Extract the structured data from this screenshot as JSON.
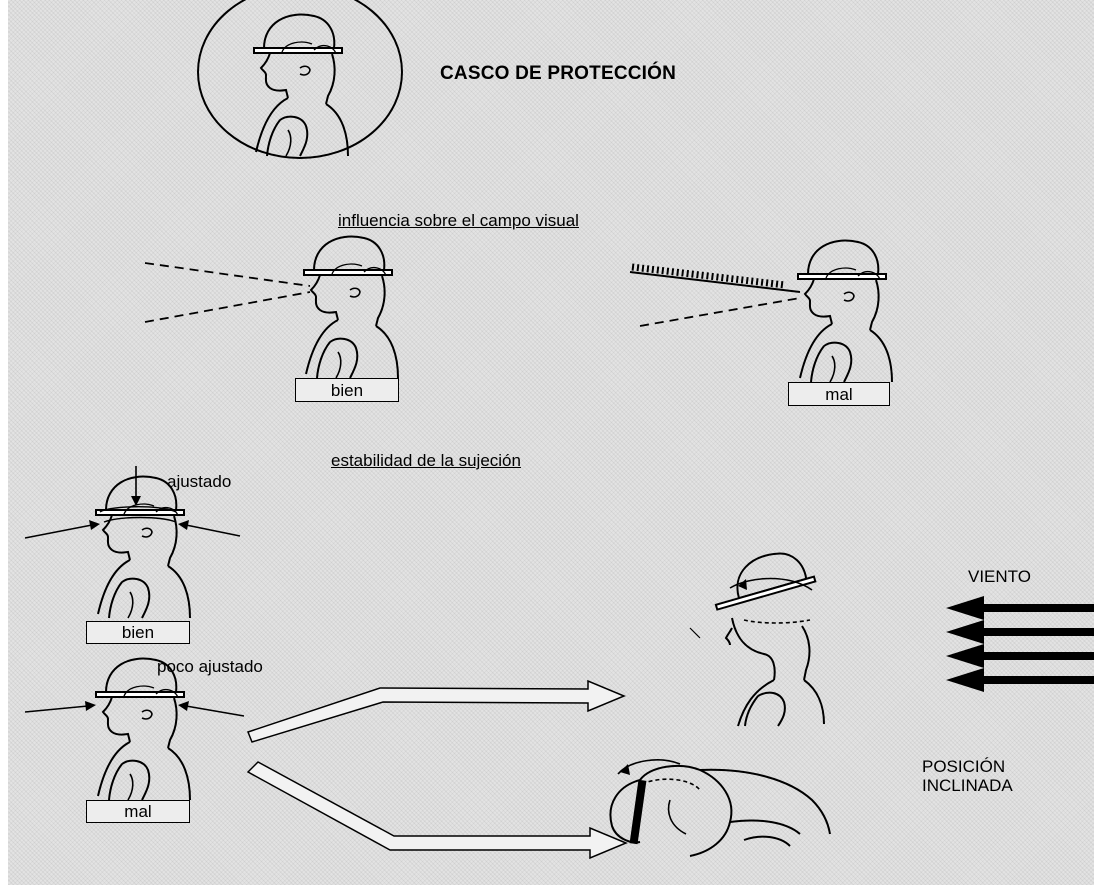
{
  "title": "CASCO DE PROTECCIÓN",
  "section_visual": "influencia sobre el campo visual",
  "section_stability": "estabilidad de la sujeción",
  "labels": {
    "good": "bien",
    "bad": "mal",
    "tight": "ajustado",
    "loose": "poco ajustado",
    "wind": "VIENTO",
    "incline_line1": "POSICIÓN",
    "incline_line2": "INCLINADA"
  }
}
